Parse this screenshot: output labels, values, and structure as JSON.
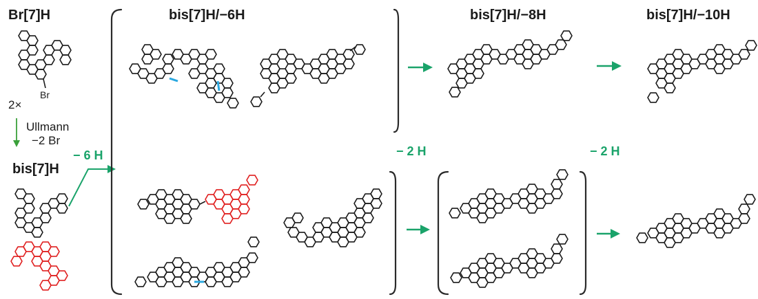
{
  "colors": {
    "reaction_arrow": "#1aa36a",
    "ullmann_arrow": "#3aa03a",
    "highlight_ring": "#e02020",
    "new_bond": "#2aa8e0",
    "ink": "#1a1a1a"
  },
  "headers": {
    "precursor": "Br[7]H",
    "dimer": "bis[7]H",
    "stage1": "bis[7]H/−6H",
    "stage2": "bis[7]H/−8H",
    "stage3": "bis[7]H/−10H"
  },
  "precursor": {
    "multiplier": "2×",
    "substituent": "Br"
  },
  "ullmann": {
    "line1": "Ullmann",
    "line2": "−2 Br"
  },
  "steps": {
    "minus6": "− 6 H",
    "minus2_a": "− 2 H",
    "minus2_b": "− 2 H"
  },
  "molecule_icons": [
    "br7h-helicene-structure",
    "bis7h-helicene-structure",
    "bis7h-6h-top-left-structure",
    "bis7h-6h-top-right-structure",
    "bis7h-6h-middle-left-structure",
    "bis7h-6h-middle-right-structure",
    "bis7h-6h-bottom-structure",
    "bis7h-8h-top-structure",
    "bis7h-8h-middle-structure",
    "bis7h-8h-bottom-structure",
    "bis7h-10h-top-structure",
    "bis7h-10h-bottom-structure"
  ]
}
